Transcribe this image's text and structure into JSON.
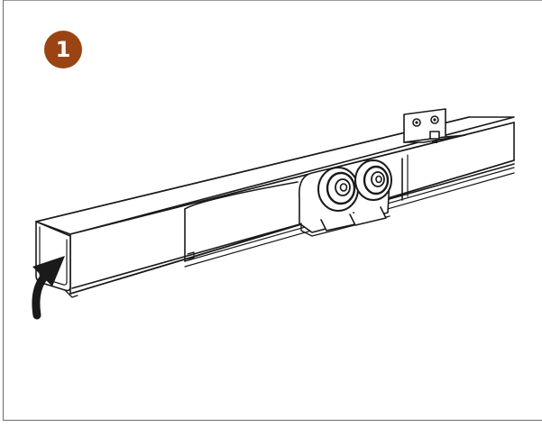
{
  "step": {
    "number": "1"
  },
  "colors": {
    "badge": "#9a4414",
    "stroke": "#1a1a1a",
    "frame": "#6b6b6b"
  },
  "illustration": {
    "subject": "track-rail-with-roller-carriage",
    "arrow": "curved-up-arrow"
  }
}
